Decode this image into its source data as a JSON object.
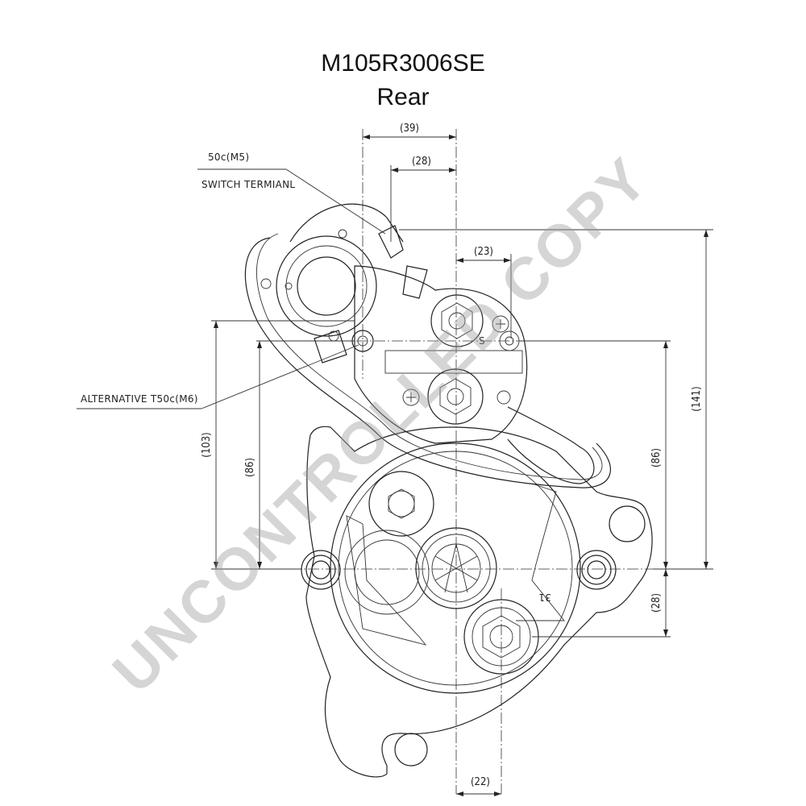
{
  "title": {
    "model": "M105R3006SE",
    "view": "Rear"
  },
  "callouts": {
    "switch_terminal_code": "50c(M5)",
    "switch_terminal_label": "SWITCH TERMIANL",
    "alternative_terminal": "ALTERNATIVE T50c(M6)"
  },
  "dimensions": {
    "d39": "(39)",
    "d28_top": "(28)",
    "d23": "(23)",
    "d141": "(141)",
    "d103": "(103)",
    "d86_left": "(86)",
    "d86_right": "(86)",
    "d28_right": "(28)",
    "d22": "(22)"
  },
  "markings": {
    "terminal_s": "S",
    "terminal_31": "31"
  },
  "watermark": "UNCONTROLLED COPY"
}
